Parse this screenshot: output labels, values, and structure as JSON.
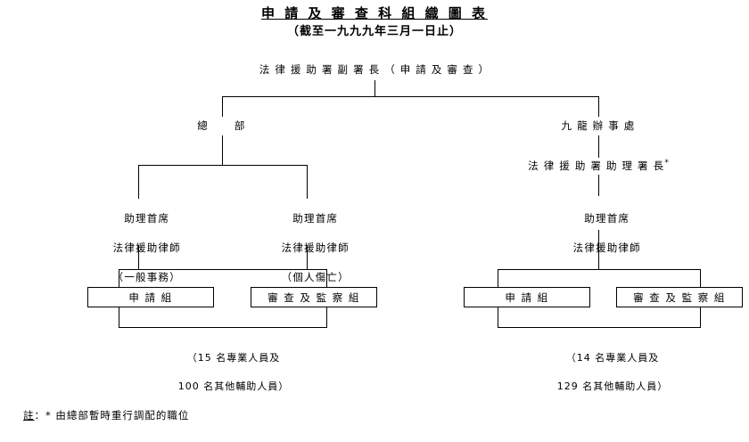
{
  "header": {
    "title": "申 請 及 審 查 科 組 織 圖 表",
    "subtitle": "（截至一九九九年三月一日止）"
  },
  "nodes": {
    "root": "法 律 援 助 署 副 署 長 （ 申 請 及 審 查 ）",
    "hq": "總　　部",
    "kowloon": "九 龍 辦 事 處",
    "kowloon_assistant_director_line1": "法 律 援 助 署 助 理 署 長",
    "kowloon_assistant_director_mark": "*",
    "hq_general": {
      "line1": "助理首席",
      "line2": "法律援助律師",
      "line3": "（一般事務）"
    },
    "hq_personal_injury": {
      "line1": "助理首席",
      "line2": "法律援助律師",
      "line3": "（個人傷亡）"
    },
    "kowloon_principal": {
      "line1": "助理首席",
      "line2": "法律援助律師"
    }
  },
  "boxes": {
    "hq_application": "申 請 組",
    "hq_review": "審 查 及 監 察 組",
    "kln_application": "申 請 組",
    "kln_review": "審 查 及 監 察 組"
  },
  "staffing": {
    "hq": {
      "line1": "（15 名專業人員及",
      "line2": "100 名其他輔助人員）"
    },
    "kowloon": {
      "line1": "（14 名專業人員及",
      "line2": "129 名其他輔助人員）"
    }
  },
  "footnote": {
    "label": "註",
    "separator": "：",
    "marker": "*",
    "text": "由總部暫時重行調配的職位"
  }
}
